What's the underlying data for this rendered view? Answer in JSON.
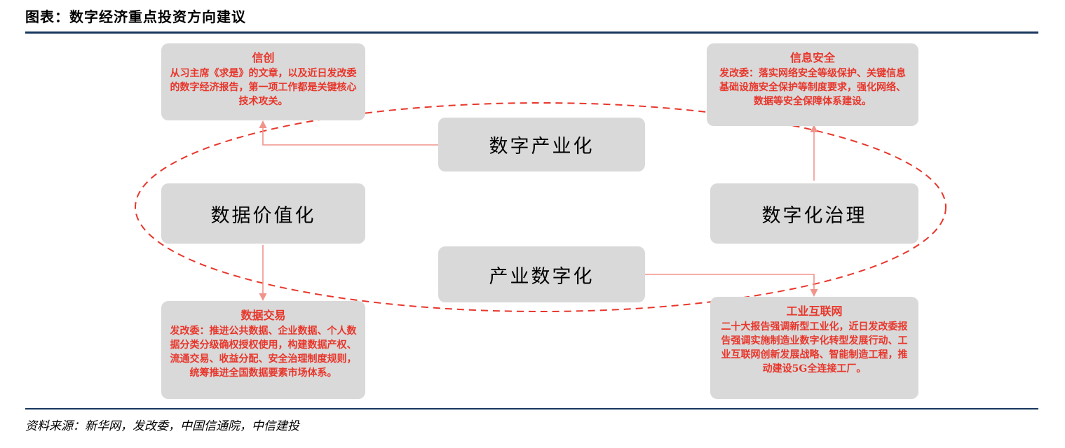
{
  "title": "图表：数字经济重点投资方向建议",
  "source": "资料来源：新华网，发改委，中国信通院，中信建投",
  "colors": {
    "rule_navy": "#17365d",
    "box_gray": "#d9d9d9",
    "accent_red": "#e8362b",
    "arrow_red": "#f0948c"
  },
  "nodes": [
    {
      "id": "digital-industrialization",
      "label": "数字产业化"
    },
    {
      "id": "data-valorization",
      "label": "数据价值化"
    },
    {
      "id": "digital-governance",
      "label": "数字化治理"
    },
    {
      "id": "industry-digitalization",
      "label": "产业数字化"
    }
  ],
  "details": [
    {
      "id": "xinchuang",
      "title": "信创",
      "body": "从习主席《求是》的文章，以及近日发改委的数字经济报告，第一项工作都是关键核心技术攻关。"
    },
    {
      "id": "information-security",
      "title": "信息安全",
      "body": "发改委：落实网络安全等级保护、关键信息基础设施安全保护等制度要求，强化网络、数据等安全保障体系建设。"
    },
    {
      "id": "data-trading",
      "title": "数据交易",
      "body": "发改委：推进公共数据、企业数据、个人数据分类分级确权授权使用，构建数据产权、流通交易、收益分配、安全治理制度规则，统筹推进全国数据要素市场体系。"
    },
    {
      "id": "industrial-internet",
      "title": "工业互联网",
      "body": "二十大报告强调新型工业化，近日发改委报告强调实施制造业数字化转型发展行动、工业互联网创新发展战略、智能制造工程，推动建设5G全连接工厂。"
    }
  ]
}
